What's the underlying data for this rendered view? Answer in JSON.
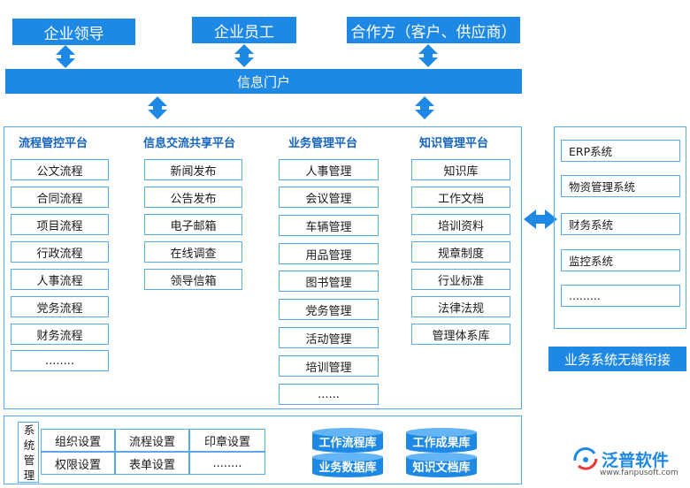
{
  "top": {
    "leader": "企业领导",
    "staff": "企业员工",
    "partners": "合作方（客户、供应商）"
  },
  "portal": "信息门户",
  "platforms": [
    {
      "title": "流程管控平台",
      "items": [
        "公文流程",
        "合同流程",
        "项目流程",
        "行政流程",
        "人事流程",
        "党务流程",
        "财务流程",
        "........"
      ]
    },
    {
      "title": "信息交流共享平台",
      "items": [
        "新闻发布",
        "公告发布",
        "电子邮箱",
        "在线调查",
        "领导信箱"
      ]
    },
    {
      "title": "业务管理平台",
      "items": [
        "人事管理",
        "会议管理",
        "车辆管理",
        "用品管理",
        "图书管理",
        "党务管理",
        "活动管理",
        "培训管理",
        "......"
      ]
    },
    {
      "title": "知识管理平台",
      "items": [
        "知识库",
        "工作文档",
        "培训资料",
        "规章制度",
        "行业标准",
        "法律法规",
        "管理体系库"
      ]
    }
  ],
  "systems": {
    "items": [
      "ERP系统",
      "物资管理系统",
      "财务系统",
      "监控系统",
      "........."
    ],
    "caption": "业务系统无缝衔接"
  },
  "bottom": {
    "label": "系统管理",
    "grid": [
      "组织设置",
      "流程设置",
      "印章设置",
      "权限设置",
      "表单设置",
      "........"
    ],
    "databases": [
      "工作流程库",
      "工作成果库",
      "业务数据库",
      "知识文档库"
    ]
  },
  "logo": {
    "text": "泛普软件",
    "url": "www.fanpusoft.com"
  },
  "colors": {
    "primary": "#1e88e5",
    "border": "#5aa9ee",
    "title": "#1565c0"
  }
}
